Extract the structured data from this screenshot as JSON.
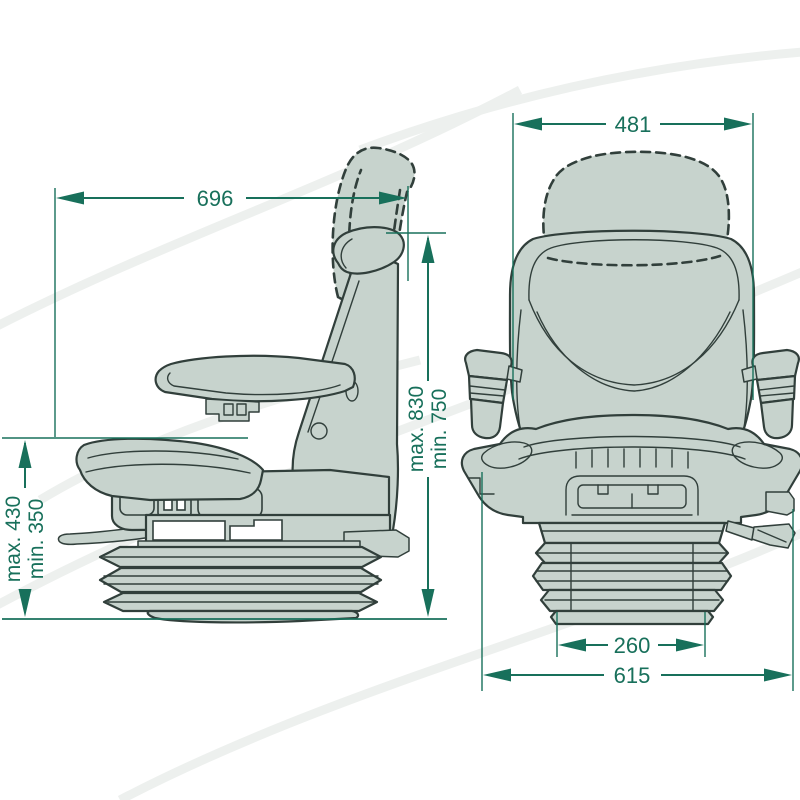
{
  "meta": {
    "type": "technical-dimension-drawing",
    "subject": "suspension tractor seat, side view and front view with millimetre dimensions"
  },
  "colors": {
    "dimension": "#18705b",
    "outline": "#313f3b",
    "seat_fill": "#c7d3cd",
    "background": "#ffffff",
    "watermark": "#edf0ee"
  },
  "views": {
    "side": "seat side view",
    "front": "seat front view"
  },
  "dimensions": {
    "depth": {
      "label": "696"
    },
    "headrest_width": {
      "label": "481"
    },
    "total_height": {
      "max": "max. 830",
      "min": "min. 750"
    },
    "seat_height": {
      "max": "max. 430",
      "min": "min. 350"
    },
    "base_width": {
      "label": "260"
    },
    "overall_width": {
      "label": "615"
    }
  }
}
